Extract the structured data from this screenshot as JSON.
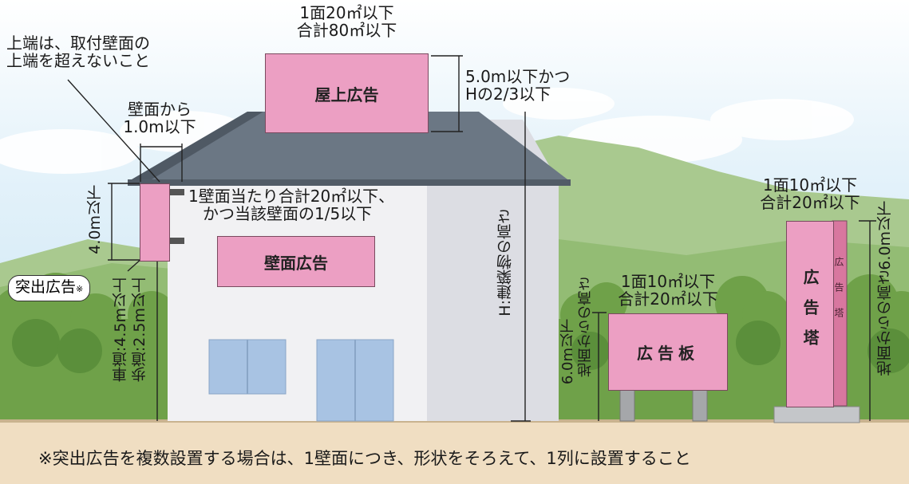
{
  "signs": {
    "rooftop": "屋上広告",
    "wall": "壁面広告",
    "board": "広告板",
    "tower_front": "広告塔",
    "tower_side": "広告塔"
  },
  "labels": {
    "rooftop_area_1": "1面20㎡以下",
    "rooftop_area_2": "合計80㎡以下",
    "rooftop_height_1": "5.0m以下かつ",
    "rooftop_height_2": "Hの2/3以下",
    "top_edge_1": "上端は、取付壁面の",
    "top_edge_2": "上端を超えないこと",
    "from_wall_1": "壁面から",
    "from_wall_2": "1.0m以下",
    "proj_height": "4.0m以下",
    "proj_name": "突出広告",
    "proj_note_mark": "※",
    "wall_area_1": "1壁面当たり合計20㎡以下、",
    "wall_area_2": "かつ当該壁面の1/5以下",
    "clearance_1": "車道:4.5m以上",
    "clearance_2": "歩道:2.5m以上",
    "building_height": "H:建築物の高さ",
    "board_area_1": "1面10㎡以下",
    "board_area_2": "合計20㎡以下",
    "board_height_1": "地面からの高さ",
    "board_height_2": "6.0m以下",
    "tower_area_1": "1面10㎡以下",
    "tower_area_2": "合計20㎡以下",
    "tower_height": "地面からの高さ6.0m以下"
  },
  "footnote": "※突出広告を複数設置する場合は、1壁面につき、形状をそろえて、1列に設置すること",
  "colors": {
    "sign_pink": "#ec9fc3",
    "sign_side": "#d8779f",
    "roof": "#6b7784",
    "wall": "#ececee",
    "window": "#a8c3e3",
    "ground": "#efdcc0",
    "sky": "#c9e4f3",
    "tree": "#7fae58"
  }
}
